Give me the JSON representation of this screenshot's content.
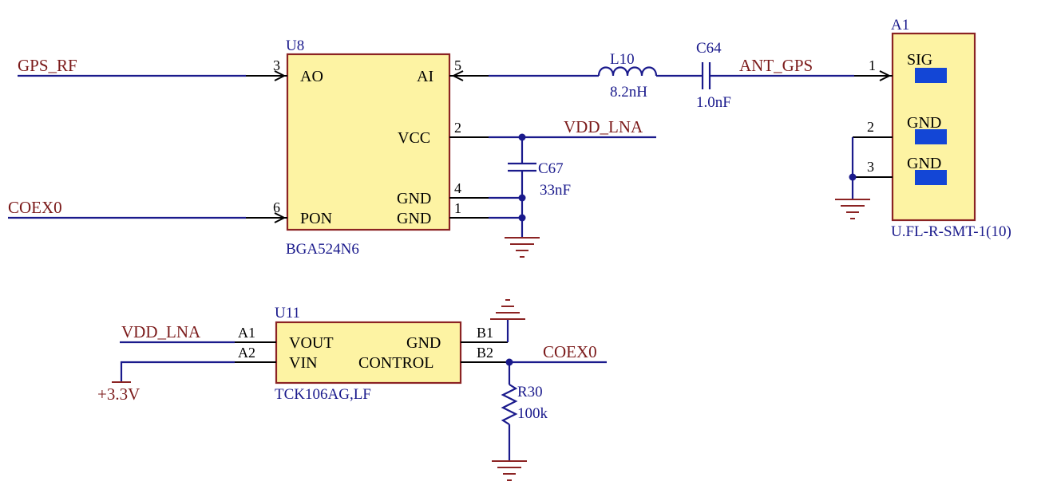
{
  "u8": {
    "designator": "U8",
    "part": "BGA524N6",
    "pins": {
      "ao": {
        "name": "AO",
        "number": "3"
      },
      "ai": {
        "name": "AI",
        "number": "5"
      },
      "vcc": {
        "name": "VCC",
        "number": "2"
      },
      "gnd4": {
        "name": "GND",
        "number": "4"
      },
      "gnd1": {
        "name": "GND",
        "number": "1"
      },
      "pon": {
        "name": "PON",
        "number": "6"
      }
    }
  },
  "l10": {
    "designator": "L10",
    "value": "8.2nH"
  },
  "c64": {
    "designator": "C64",
    "value": "1.0nF"
  },
  "c67": {
    "designator": "C67",
    "value": "33nF"
  },
  "r30": {
    "designator": "R30",
    "value": "100k"
  },
  "a1": {
    "designator": "A1",
    "part": "U.FL-R-SMT-1(10)",
    "pins": {
      "sig": {
        "name": "SIG",
        "number": "1"
      },
      "gnd2": {
        "name": "GND",
        "number": "2"
      },
      "gnd3": {
        "name": "GND",
        "number": "3"
      }
    }
  },
  "u11": {
    "designator": "U11",
    "part": "TCK106AG,LF",
    "pins": {
      "vout": {
        "name": "VOUT",
        "number": "A1"
      },
      "vin": {
        "name": "VIN",
        "number": "A2"
      },
      "gnd": {
        "name": "GND",
        "number": "B1"
      },
      "control": {
        "name": "CONTROL",
        "number": "B2"
      }
    }
  },
  "nets": {
    "gps_rf": "GPS_RF",
    "ant_gps": "ANT_GPS",
    "vdd_lna_top": "VDD_LNA",
    "coex0_left": "COEX0",
    "vdd_lna_bottom": "VDD_LNA",
    "coex0_right": "COEX0",
    "v3v3": "+3.3V"
  }
}
